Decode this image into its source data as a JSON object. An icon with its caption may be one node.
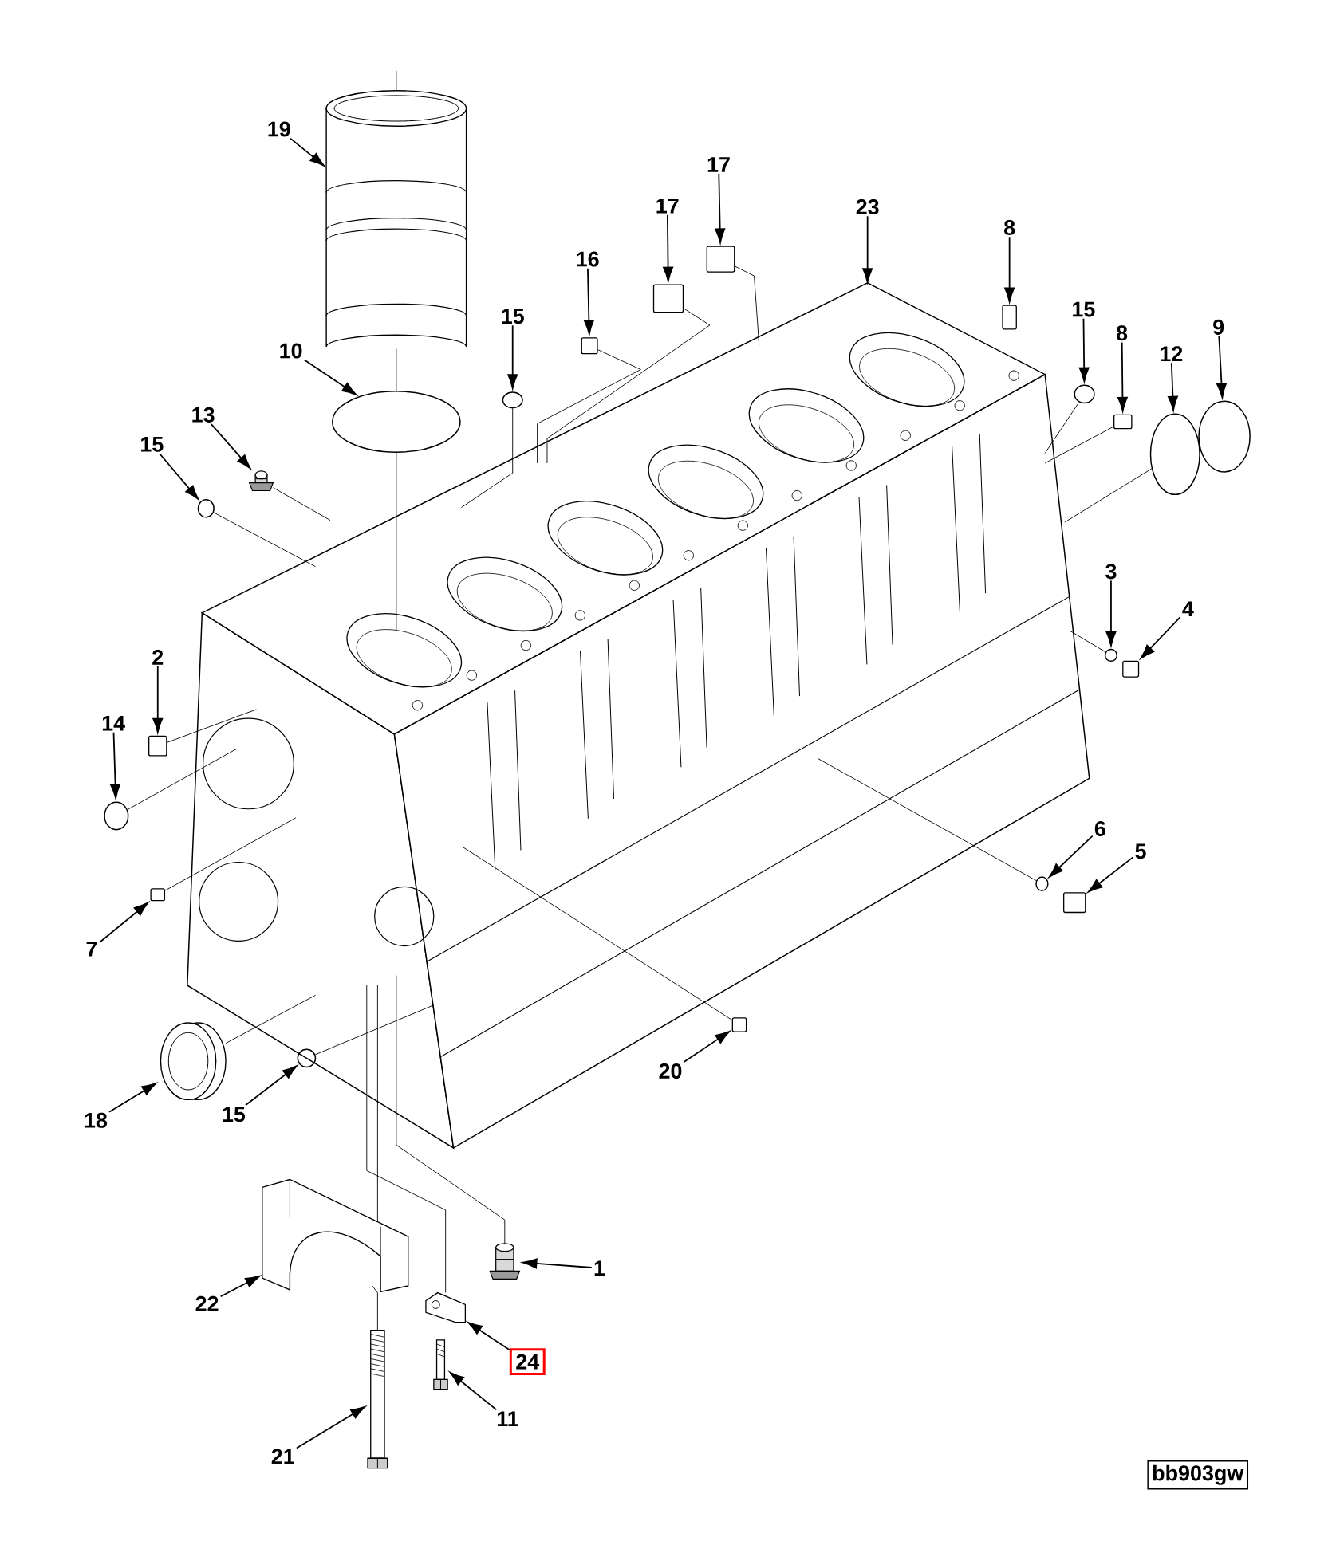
{
  "diagram": {
    "nodes": [
      {
        "text": [
          "19"
        ]
      },
      {
        "text": [],
        "shape": "picture"
      },
      {
        "text": [
          "17"
        ]
      },
      {
        "text": [],
        "shape": "box"
      },
      {
        "text": [
          "17"
        ]
      },
      {
        "text": [],
        "shape": "box"
      },
      {
        "text": [
          "23"
        ]
      },
      {
        "text": [],
        "shape": "picture"
      },
      {
        "text": [
          "8"
        ]
      },
      {
        "text": [],
        "shape": "box"
      },
      {
        "text": [
          "16"
        ]
      },
      {
        "text": [],
        "shape": "box"
      },
      {
        "text": [
          "15"
        ]
      },
      {
        "text": [],
        "shape": "circle"
      },
      {
        "text": [
          "15"
        ]
      },
      {
        "text": [],
        "shape": "circle"
      },
      {
        "text": [
          "8"
        ]
      },
      {
        "text": [],
        "shape": "box"
      },
      {
        "text": [
          "9"
        ]
      },
      {
        "text": [],
        "shape": "circle"
      },
      {
        "text": [
          "12"
        ]
      },
      {
        "text": [],
        "shape": "circle"
      },
      {
        "text": [
          "10"
        ]
      },
      {
        "text": [],
        "shape": "circle"
      },
      {
        "text": [
          "13"
        ]
      },
      {
        "text": [],
        "shape": "picture"
      },
      {
        "text": [
          "15"
        ]
      },
      {
        "text": [],
        "shape": "circle"
      },
      {
        "text": [
          "3"
        ]
      },
      {
        "text": [],
        "shape": "circle"
      },
      {
        "text": [
          "4"
        ]
      },
      {
        "text": [],
        "shape": "box"
      },
      {
        "text": [
          "2"
        ]
      },
      {
        "text": [],
        "shape": "box"
      },
      {
        "text": [
          "14"
        ]
      },
      {
        "text": [],
        "shape": "circle"
      },
      {
        "text": [
          "6"
        ]
      },
      {
        "text": [],
        "shape": "circle"
      },
      {
        "text": [
          "5"
        ]
      },
      {
        "text": [],
        "shape": "box"
      },
      {
        "text": [
          "7"
        ]
      },
      {
        "text": [],
        "shape": "box"
      },
      {
        "text": [
          "20"
        ]
      },
      {
        "text": [],
        "shape": "box"
      },
      {
        "text": [
          "15"
        ]
      },
      {
        "text": [],
        "shape": "circle"
      },
      {
        "text": [
          "18"
        ]
      },
      {
        "text": [],
        "shape": "picture"
      },
      {
        "text": [
          "22"
        ]
      },
      {
        "text": [],
        "shape": "picture"
      },
      {
        "text": [
          "1"
        ]
      },
      {
        "text": [],
        "shape": "picture"
      },
      {
        "text": [
          "24"
        ]
      },
      {
        "text": [],
        "shape": "picture"
      },
      {
        "text": [
          "11"
        ]
      },
      {
        "text": [],
        "shape": "picture"
      },
      {
        "text": [
          "21"
        ]
      },
      {
        "text": [],
        "shape": "picture"
      }
    ],
    "edges": [
      {
        "from": 0,
        "to": 1,
        "arrow": "to"
      },
      {
        "from": 2,
        "to": 3,
        "arrow": "to"
      },
      {
        "from": 4,
        "to": 5,
        "arrow": "to"
      },
      {
        "from": 6,
        "to": 7,
        "arrow": "to"
      },
      {
        "from": 8,
        "to": 9,
        "arrow": "to"
      },
      {
        "from": 10,
        "to": 11,
        "arrow": "to"
      },
      {
        "from": 12,
        "to": 13,
        "arrow": "to"
      },
      {
        "from": 14,
        "to": 15,
        "arrow": "to"
      },
      {
        "from": 16,
        "to": 17,
        "arrow": "to"
      },
      {
        "from": 18,
        "to": 19,
        "arrow": "to"
      },
      {
        "from": 20,
        "to": 21,
        "arrow": "to"
      },
      {
        "from": 22,
        "to": 23,
        "arrow": "to"
      },
      {
        "from": 24,
        "to": 25,
        "arrow": "to"
      },
      {
        "from": 26,
        "to": 27,
        "arrow": "to"
      },
      {
        "from": 28,
        "to": 29,
        "arrow": "to"
      },
      {
        "from": 30,
        "to": 31,
        "arrow": "to"
      },
      {
        "from": 32,
        "to": 33,
        "arrow": "to"
      },
      {
        "from": 34,
        "to": 35,
        "arrow": "to"
      },
      {
        "from": 36,
        "to": 37,
        "arrow": "to"
      },
      {
        "from": 38,
        "to": 39,
        "arrow": "to"
      },
      {
        "from": 40,
        "to": 41,
        "arrow": "to"
      },
      {
        "from": 42,
        "to": 43,
        "arrow": "to"
      },
      {
        "from": 44,
        "to": 45,
        "arrow": "to"
      },
      {
        "from": 46,
        "to": 47,
        "arrow": "to"
      },
      {
        "from": 48,
        "to": 49,
        "arrow": "to"
      },
      {
        "from": 50,
        "to": 51,
        "arrow": "to"
      },
      {
        "from": 52,
        "to": 53,
        "arrow": "to"
      },
      {
        "from": 54,
        "to": 55,
        "arrow": "to"
      },
      {
        "from": 56,
        "to": 57,
        "arrow": "to"
      },
      {
        "from": 1,
        "to": 23,
        "arrow": "none"
      },
      {
        "from": 23,
        "to": 7,
        "arrow": "none"
      },
      {
        "from": 13,
        "to": 7,
        "arrow": "none"
      },
      {
        "from": 25,
        "to": 7,
        "arrow": "none"
      },
      {
        "from": 27,
        "to": 7,
        "arrow": "none"
      },
      {
        "from": 15,
        "to": 7,
        "arrow": "none"
      },
      {
        "from": 17,
        "to": 7,
        "arrow": "none"
      },
      {
        "from": 21,
        "to": 7,
        "arrow": "none"
      },
      {
        "from": 35,
        "to": 7,
        "arrow": "none"
      },
      {
        "from": 33,
        "to": 7,
        "arrow": "none"
      },
      {
        "from": 29,
        "to": 7,
        "arrow": "none"
      },
      {
        "from": 37,
        "to": 7,
        "arrow": "none"
      },
      {
        "from": 41,
        "to": 7,
        "arrow": "none"
      },
      {
        "from": 43,
        "to": 7,
        "arrow": "none"
      },
      {
        "from": 45,
        "to": 7,
        "arrow": "none"
      },
      {
        "from": 47,
        "to": 7,
        "arrow": "none"
      },
      {
        "from": 57,
        "to": 49,
        "arrow": "none"
      },
      {
        "from": 49,
        "to": 7,
        "arrow": "none"
      },
      {
        "from": 51,
        "to": 7,
        "arrow": "none"
      },
      {
        "from": 53,
        "to": 7,
        "arrow": "none"
      },
      {
        "from": 11,
        "to": 7,
        "arrow": "none"
      },
      {
        "from": 5,
        "to": 7,
        "arrow": "none"
      },
      {
        "from": 3,
        "to": 7,
        "arrow": "none"
      }
    ],
    "labels": [
      "bb903gw"
    ]
  }
}
